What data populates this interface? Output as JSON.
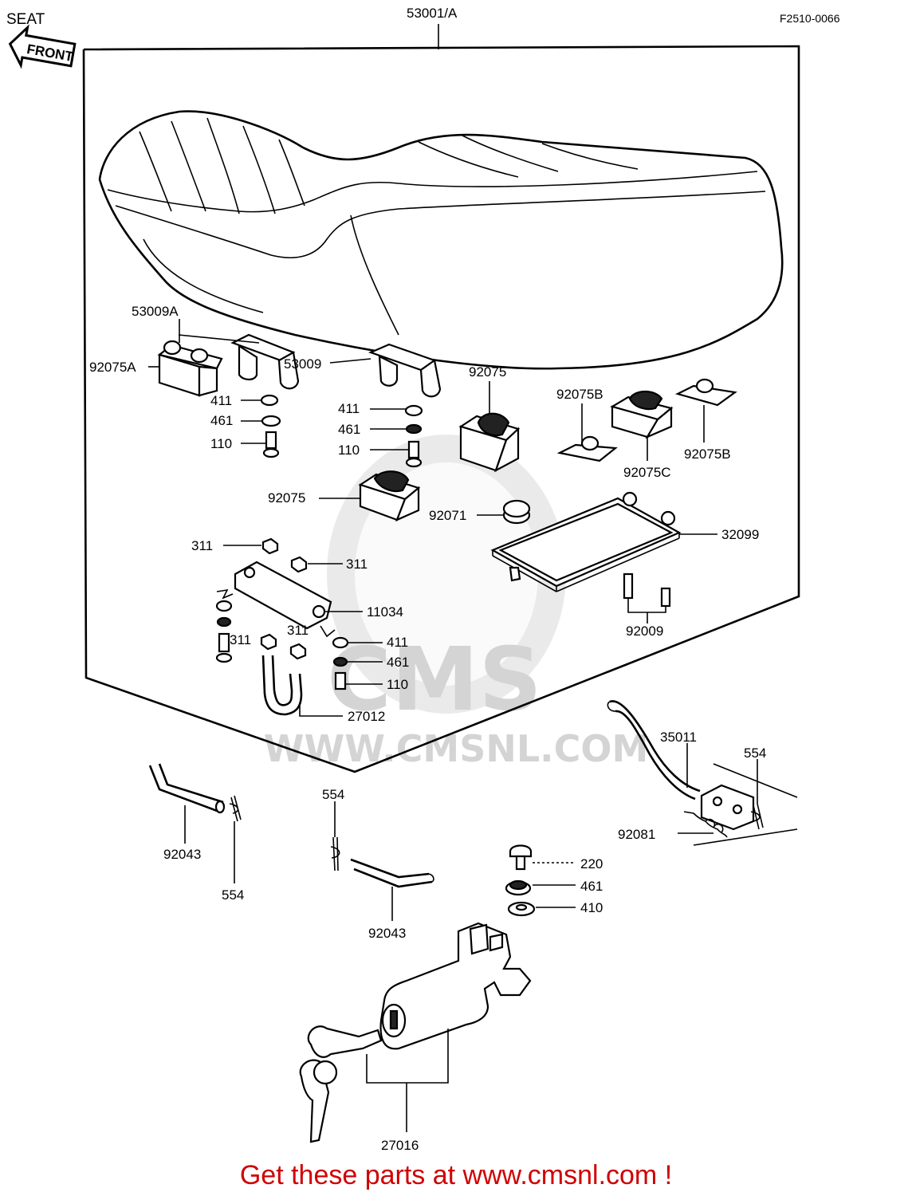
{
  "title": "SEAT",
  "figure_code": "F2510-0066",
  "front_arrow_label": "FRONT",
  "watermark": {
    "brand": "CMS",
    "url": "WWW.CMSNL.COM"
  },
  "footer": "Get these parts at www.cmsnl.com !",
  "parts": {
    "p53001A": "53001/A",
    "p53009A": "53009A",
    "p53009": "53009",
    "p92075A": "92075A",
    "p411_a": "411",
    "p461_a": "461",
    "p110_a": "110",
    "p411_b": "411",
    "p461_b": "461",
    "p110_b": "110",
    "p92075_a": "92075",
    "p92075_b": "92075",
    "p92075B_a": "92075B",
    "p92075B_b": "92075B",
    "p92075C": "92075C",
    "p92071": "92071",
    "p32099": "32099",
    "p311_a": "311",
    "p311_b": "311",
    "p311_c": "311",
    "p311_d": "311",
    "p11034": "11034",
    "p411_c": "411",
    "p461_c": "461",
    "p110_c": "110",
    "p27012": "27012",
    "p92009": "92009",
    "p35011": "35011",
    "p554_a": "554",
    "p554_b": "554",
    "p554_c": "554",
    "p92081": "92081",
    "p92043_a": "92043",
    "p92043_b": "92043",
    "p220": "220",
    "p461_d": "461",
    "p410": "410",
    "p27016": "27016"
  }
}
